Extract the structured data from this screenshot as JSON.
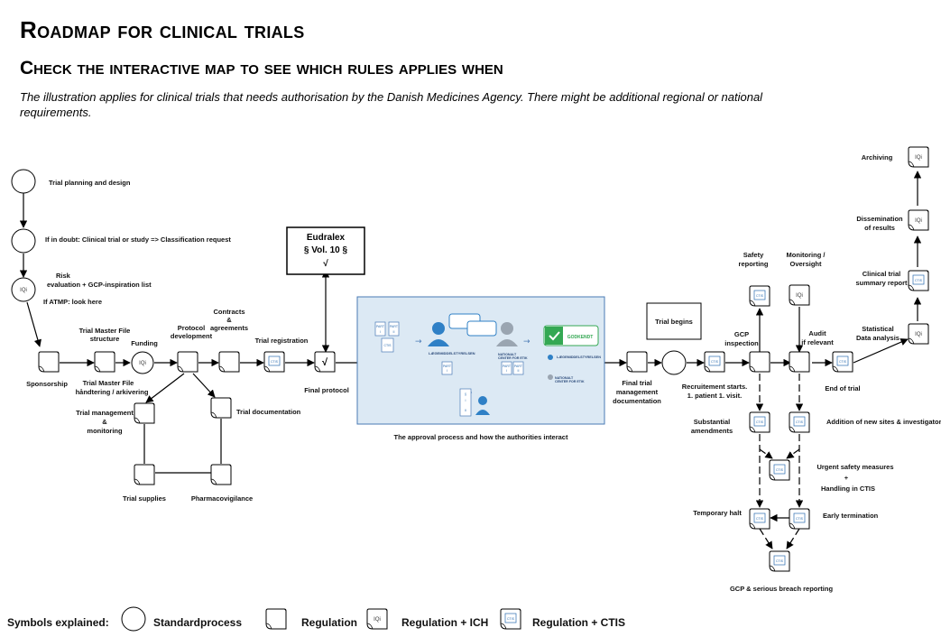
{
  "header": {
    "title": "Roadmap for clinical trials",
    "subtitle": "Check the interactive map to see which rules applies when",
    "intro": "The illustration applies for clinical trials that needs authorisation by the Danish Medicines Agency. There might be additional regional or national requirements."
  },
  "nodes": {
    "trial_planning": "Trial planning and design",
    "classification": "If in doubt: Clinical trial or study => Classification request",
    "risk_1": "Risk",
    "risk_2": "evaluation + GCP-inspiration list",
    "atmp": "If ATMP: look here",
    "sponsorship": "Sponsorship",
    "tmf_1": "Trial Master File",
    "tmf_2": "structure",
    "tmf_3": "Trial Master File",
    "tmf_4": "håndtering / arkivering",
    "funding": "Funding",
    "protocol_1": "Protocol",
    "protocol_2": "development",
    "contracts_1": "Contracts",
    "contracts_2": "&",
    "contracts_3": "agreements",
    "registration": "Trial registration",
    "final_protocol": "Final protocol",
    "trial_mgmt_1": "Trial management",
    "trial_mgmt_2": "&",
    "trial_mgmt_3": "monitoring",
    "trial_doc": "Trial documentation",
    "trial_supplies": "Trial supplies",
    "pharmacovigilance": "Pharmacovigilance",
    "eudralex_1": "Eudralex",
    "eudralex_2": "§ Vol. 10 §",
    "eudralex_3": "√",
    "approval": "The approval process and how the authorities interact",
    "final_tmd_1": "Final trial",
    "final_tmd_2": "management",
    "final_tmd_3": "documentation",
    "trial_begins": "Trial begins",
    "recruitment_1": "Recruitement starts.",
    "recruitment_2": "1. patient 1. visit.",
    "safety_1": "Safety",
    "safety_2": "reporting",
    "gcp_insp_1": "GCP",
    "gcp_insp_2": "inspection",
    "monitoring_1": "Monitoring /",
    "monitoring_2": "Oversight",
    "audit_1": "Audit",
    "audit_2": "if relevant",
    "end_trial": "End of trial",
    "stat_1": "Statistical",
    "stat_2": "Data analysis",
    "summary_1": "Clinical trial",
    "summary_2": "summary report",
    "dissemination_1": "Dissemination",
    "dissemination_2": "of results",
    "archiving": "Archiving",
    "substantial_1": "Substantial",
    "substantial_2": "amendments",
    "new_sites": "Addition of new sites & investigators",
    "urgent_1": "Urgent safety measures",
    "urgent_2": "+",
    "urgent_3": "Handling in CTIS",
    "temp_halt": "Temporary halt",
    "early_term": "Early termination",
    "gcp_breach": "GCP & serious breach reporting"
  },
  "approval_panel": {
    "part_label": "PART",
    "part_1": "I",
    "part_2": "II",
    "ctis": "CTIS",
    "authority_1": "LÆGEMIDDELSTYRELSEN",
    "authority_2_a": "NATIONALT",
    "authority_2_b": "CENTER FOR ETIK",
    "approved": "GODKENDT",
    "arrows": "↓↑",
    "section": "§"
  },
  "icons": {
    "iqi": "IQi",
    "ctis_badge": "CTIS",
    "check": "√"
  },
  "legend": {
    "title": "Symbols explained:",
    "standard": "Standardprocess",
    "regulation": "Regulation",
    "regulation_ich": "Regulation +  ICH",
    "regulation_ctis": "Regulation + CTIS"
  },
  "colors": {
    "panel_bg": "#dce9f4",
    "panel_border": "#4a7ab5",
    "accent_blue": "#2f80c6",
    "approved_green": "#34a853"
  }
}
